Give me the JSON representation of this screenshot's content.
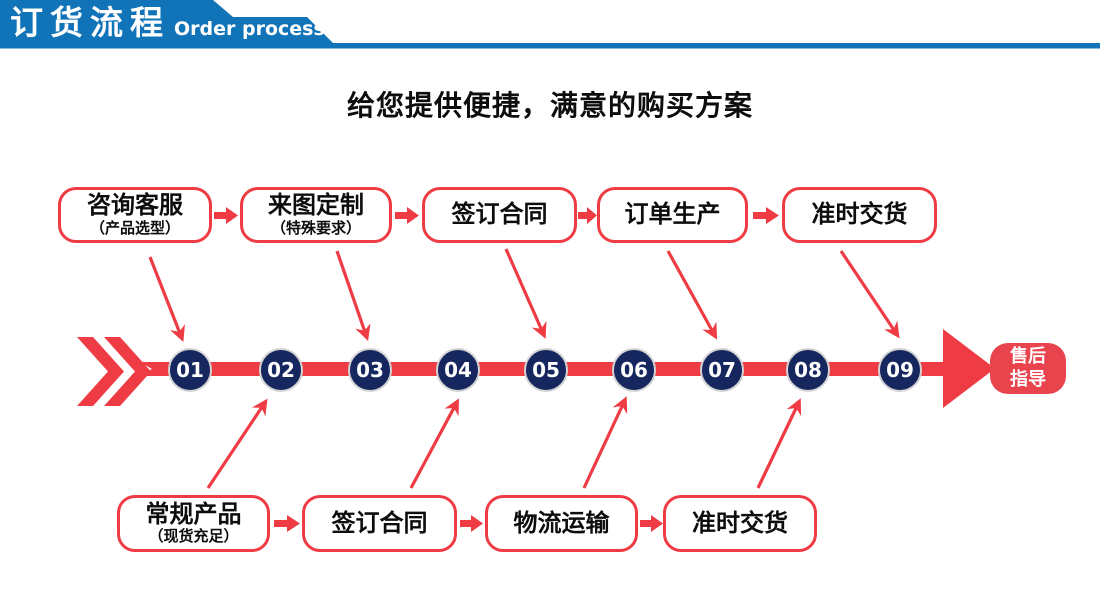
{
  "banner": {
    "title": "订货流程",
    "subtitle": "Order process",
    "bg_color": "#1274b8",
    "text_color": "#ffffff"
  },
  "headline": "给您提供便捷，满意的购买方案",
  "top_row": [
    {
      "label": "咨询客服",
      "sublabel": "（产品选型）"
    },
    {
      "label": "来图定制",
      "sublabel": "（特殊要求）"
    },
    {
      "label": "签订合同",
      "sublabel": ""
    },
    {
      "label": "订单生产",
      "sublabel": ""
    },
    {
      "label": "准时交货",
      "sublabel": ""
    }
  ],
  "bottom_row": [
    {
      "label": "常规产品",
      "sublabel": "（现货充足）"
    },
    {
      "label": "签订合同",
      "sublabel": ""
    },
    {
      "label": "物流运输",
      "sublabel": ""
    },
    {
      "label": "准时交货",
      "sublabel": ""
    }
  ],
  "steps": [
    "01",
    "02",
    "03",
    "04",
    "05",
    "06",
    "07",
    "08",
    "09"
  ],
  "end_badge": {
    "line1": "售后",
    "line2": "指导"
  },
  "colors": {
    "red": "#ee3b44",
    "badge_red": "#e9434e",
    "navy": "#16265e",
    "banner_blue": "#1274b8",
    "ring_gray": "#d4d4d4",
    "text_black": "#0d0d0d"
  }
}
